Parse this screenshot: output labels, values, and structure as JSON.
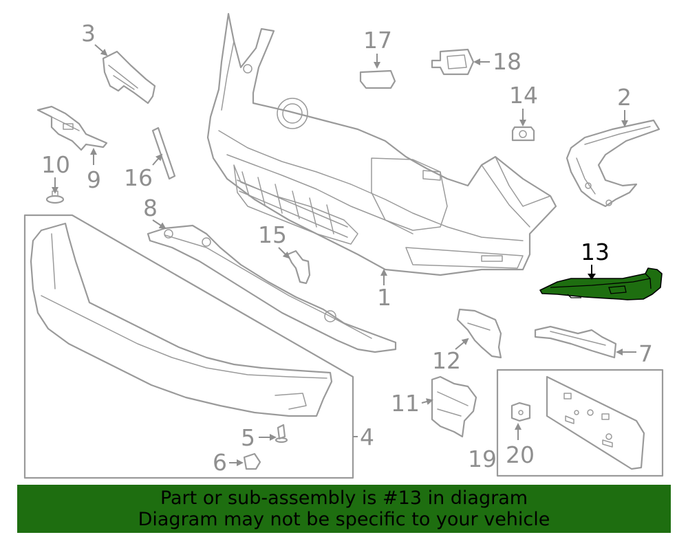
{
  "diagram": {
    "highlighted_part": "13",
    "callouts": {
      "n1": "1",
      "n2": "2",
      "n3": "3",
      "n4": "4",
      "n5": "5",
      "n6": "6",
      "n7": "7",
      "n8": "8",
      "n9": "9",
      "n10": "10",
      "n11": "11",
      "n12": "12",
      "n13": "13",
      "n14": "14",
      "n15": "15",
      "n16": "16",
      "n17": "17",
      "n18": "18",
      "n19": "19",
      "n20": "20"
    },
    "colors": {
      "highlight": "#1e6e10",
      "line": "#9a9a9a",
      "label": "#8f8f8f"
    }
  },
  "banner": {
    "line1": "Part or sub-assembly is #13 in diagram",
    "line2": "Diagram may not be specific to your vehicle"
  }
}
